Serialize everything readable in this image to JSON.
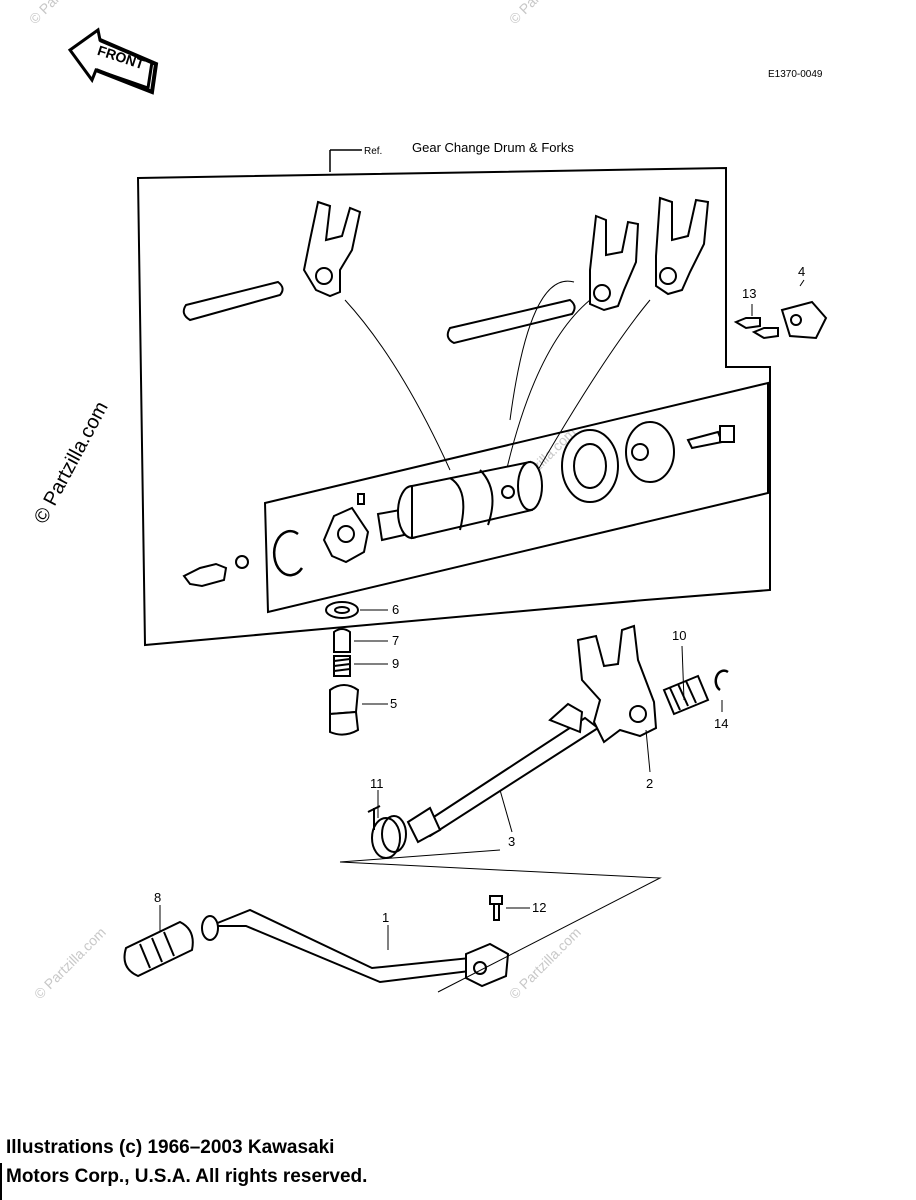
{
  "header": {
    "front_badge": "FRONT",
    "code": "E1370-0049"
  },
  "reference": {
    "prefix": "Ref.",
    "title": "Gear Change Drum & Forks"
  },
  "watermark": {
    "text": "© Partzilla.com"
  },
  "callouts": [
    "1",
    "2",
    "3",
    "4",
    "5",
    "6",
    "7",
    "8",
    "9",
    "10",
    "11",
    "12",
    "13",
    "14"
  ],
  "footer": {
    "line1": "Illustrations (c) 1966–2003 Kawasaki",
    "line2": "Motors Corp., U.S.A.  All rights reserved."
  }
}
